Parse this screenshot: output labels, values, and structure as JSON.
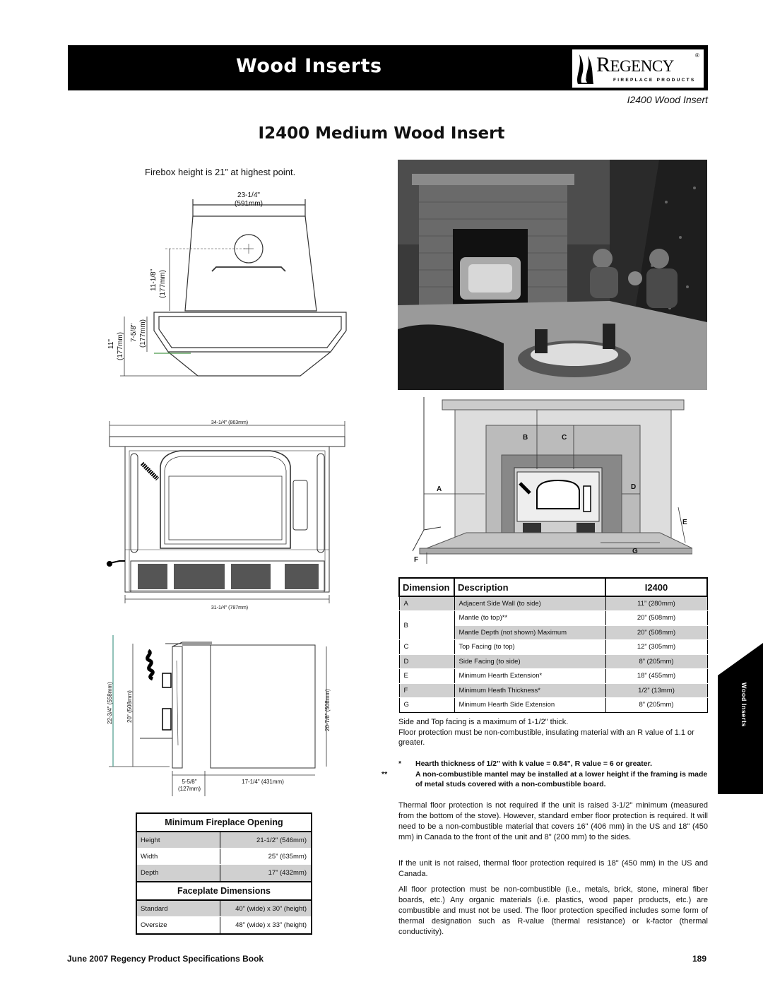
{
  "header": {
    "title": "Wood Inserts",
    "logo_word_big": "R",
    "logo_word_rest": "EGENCY",
    "logo_reg": "®",
    "logo_sub": "FIREPLACE PRODUCTS"
  },
  "subtitle": "I2400 Wood Insert",
  "main_title": "I2400 Medium Wood Insert",
  "firebox_note": "Firebox height is 21” at highest point.",
  "top_drawing": {
    "width_in": "23-1/4\"",
    "width_mm": "(591mm)",
    "left_height_in": "11-1/8\"",
    "left_height_mm": "(177mm)",
    "lower_in": "7-5/8\"",
    "lower_mm": "(177mm)",
    "outer_in": "11\"",
    "outer_mm": "(177mm)"
  },
  "front_drawing": {
    "top_width": "34-1/4\" (863mm)",
    "bottom_width": "31-1/4\" (787mm)"
  },
  "side_drawing": {
    "outer_height": "22-3/4\" (558mm)",
    "inner_height": "20\" (508mm)",
    "right_height": "20-7/8\" (508mm)",
    "depth_in": "5-5/8\"",
    "depth_mm": "(127mm)",
    "body_depth": "17-1/4\" (431mm)"
  },
  "install_diagram": {
    "labels": [
      "A",
      "B",
      "C",
      "D",
      "E",
      "F",
      "G"
    ]
  },
  "spec_table": {
    "headers": [
      "Dimension",
      "Description",
      "I2400"
    ],
    "rows": [
      {
        "dim": "A",
        "desc": "Adjacent Side Wall (to side)",
        "val": "11” (280mm)",
        "shade": true
      },
      {
        "dim": "B",
        "desc": "Mantle (to top)**",
        "val": "20” (508mm)",
        "shade": false
      },
      {
        "dim": "",
        "desc": "Mantle Depth (not shown) Maximum",
        "val": "20” (508mm)",
        "shade": true
      },
      {
        "dim": "C",
        "desc": "Top Facing (to top)",
        "val": "12” (305mm)",
        "shade": false
      },
      {
        "dim": "D",
        "desc": "Side Facing (to side)",
        "val": "8” (205mm)",
        "shade": true
      },
      {
        "dim": "E",
        "desc": "Minimum Hearth Extension*",
        "val": "18” (455mm)",
        "shade": false
      },
      {
        "dim": "F",
        "desc": "Minimum Heath Thickness*",
        "val": "1/2” (13mm)",
        "shade": true
      },
      {
        "dim": "G",
        "desc": "Minimum Hearth Side Extension",
        "val": "8” (205mm)",
        "shade": false
      }
    ]
  },
  "notes": {
    "facing": "Side and Top facing is a maximum of 1-1/2\" thick.",
    "floor": "Floor protection must be non-combustible, insulating material with an R value of 1.1 or greater.",
    "star1_mark": "*",
    "star1": "Hearth thickness of 1/2\" with k value = 0.84\", R value = 6 or greater.",
    "star2_mark": "**",
    "star2": "A non-combustible mantel may be installed at a lower height if the framing is made of metal studs covered with a non-combustible board."
  },
  "paragraphs": {
    "p1": "Thermal floor protection is not required if the unit is raised 3-1/2\" minimum (measured from the bottom of the stove). However, standard ember floor protection is required. It will need to be a non-combustible material that covers 16\" (406 mm) in the US and 18\" (450 mm) in Canada to the front of the unit and 8\" (200 mm) to the sides.",
    "p2": "If the unit is not raised, thermal floor protection required is 18\" (450 mm) in the US and Canada.",
    "p3": "All floor protection must be non-combustible (i.e., metals, brick, stone, mineral fiber boards, etc.) Any organic materials (i.e. plastics, wood paper products, etc.) are combustible and must not be used. The floor protection specified includes some form of thermal designation such as R-value (thermal resistance) or k-factor (thermal conductivity)."
  },
  "opening_table": {
    "title": "Minimum Fireplace Opening",
    "rows": [
      {
        "k": "Height",
        "v": "21-1/2\" (546mm)",
        "shade": true
      },
      {
        "k": "Width",
        "v": "25” (635mm)",
        "shade": false
      },
      {
        "k": "Depth",
        "v": "17” (432mm)",
        "shade": true
      }
    ]
  },
  "faceplate_table": {
    "title": "Faceplate Dimensions",
    "rows": [
      {
        "k": "Standard",
        "v": "40” (wide) x 30” (height)",
        "shade": true
      },
      {
        "k": "Oversize",
        "v": "48” (wide) x 33” (height)",
        "shade": false
      }
    ]
  },
  "side_tab": "Wood Inserts",
  "footer": {
    "left": "June 2007 Regency Product Specifications Book",
    "page": "189"
  }
}
